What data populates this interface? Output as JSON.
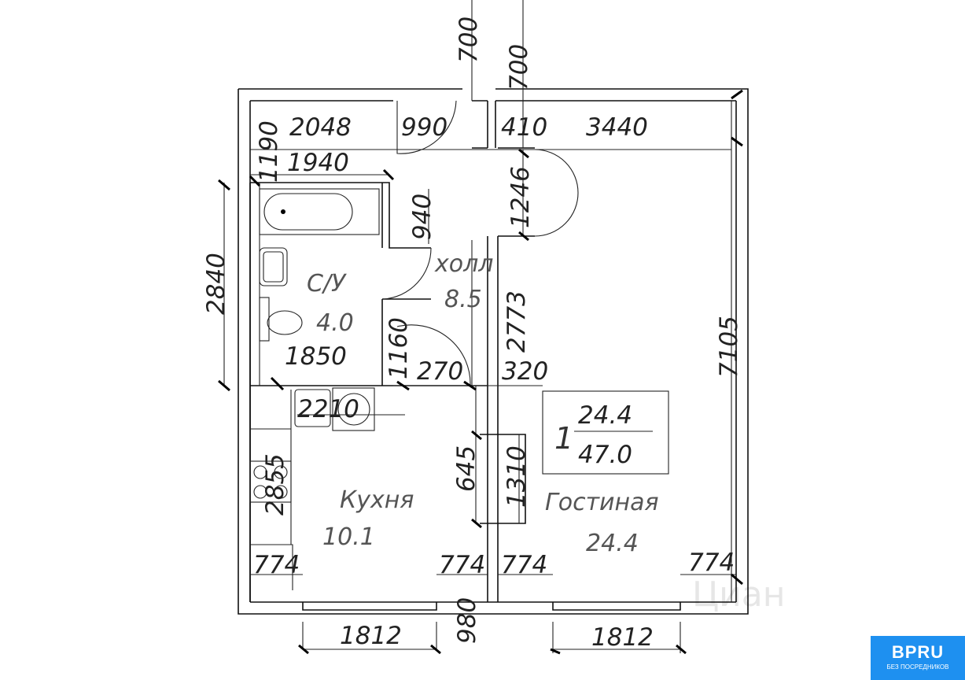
{
  "plan": {
    "rooms": {
      "hall": {
        "name": "холл",
        "area": "8.5"
      },
      "bathroom": {
        "name": "С/У",
        "area": "4.0"
      },
      "kitchen": {
        "name": "Кухня",
        "area": "10.1"
      },
      "living": {
        "name": "Гостиная",
        "area": "24.4"
      }
    },
    "summary": {
      "rooms_count": "1",
      "living_area": "24.4",
      "total_area": "47.0"
    },
    "dimensions": {
      "top_700_a": "700",
      "top_700_b": "700",
      "d2048": "2048",
      "d990": "990",
      "d410": "410",
      "d3440": "3440",
      "d1190": "1190",
      "d1940": "1940",
      "d1246": "1246",
      "d940": "940",
      "d2840": "2840",
      "d1850": "1850",
      "d1160": "1160",
      "d270": "270",
      "d2773": "2773",
      "d320": "320",
      "d7105": "7105",
      "d2210": "2210",
      "d2855": "2855",
      "d645": "645",
      "d1310": "1310",
      "k774a": "774",
      "k774b": "774",
      "l774a": "774",
      "l774b": "774",
      "d980": "980",
      "d1812a": "1812",
      "d1812b": "1812"
    },
    "watermark": "Циан"
  },
  "badge": {
    "title": "BPRU",
    "subtitle": "БЕЗ ПОСРЕДНИКОВ",
    "color": "#1e90f0"
  }
}
